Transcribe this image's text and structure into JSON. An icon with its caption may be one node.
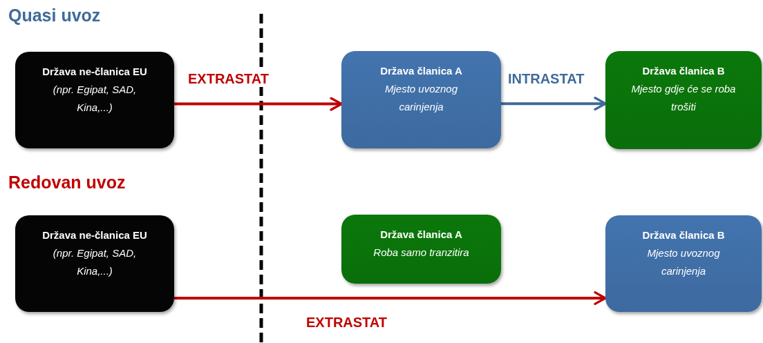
{
  "diagram": {
    "nodes": [
      {
        "text": [
          "**Država ne-članica EU** *(npr. Egipat, SAD, Kina,...)*"
        ]
      },
      {
        "text": [
          "Država članica A",
          "Mjesto uvoznog carinjenja"
        ]
      },
      {
        "text": [
          "Država članica B",
          "Mjesto gdje će se roba trošiti"
        ]
      },
      {
        "text": [
          "**Država ne-članica EU** *(npr. Egipat, SAD, Kina,...)*"
        ]
      },
      {
        "text": [
          "Država članica A",
          "Roba samo tranzitira"
        ]
      },
      {
        "text": [
          "Država članica B",
          "Mjesto uvoznog carinjenja"
        ]
      }
    ],
    "edges": [
      {
        "from": 0,
        "to": 1,
        "arrow": "to",
        "label": "EXTRASTAT"
      },
      {
        "from": 1,
        "to": 2,
        "arrow": "to",
        "label": "INTRASTAT",
        "color": "#3f6a9a"
      },
      {
        "from": 3,
        "to": 5,
        "arrow": "to",
        "label": "EXTRASTAT"
      }
    ],
    "labels": [
      "Quasi uvoz",
      "Redovan uvoz"
    ]
  }
}
